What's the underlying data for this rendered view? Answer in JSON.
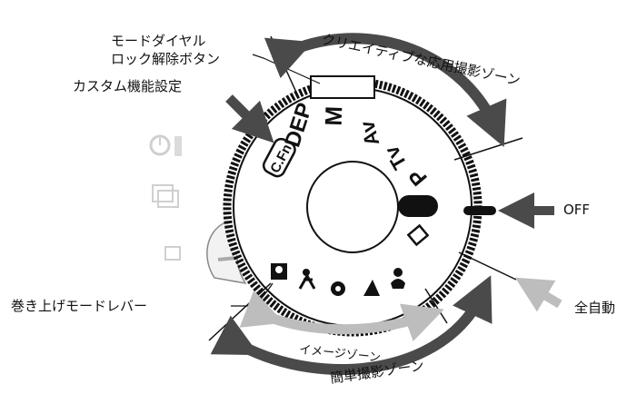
{
  "labels": {
    "creative_zone": "クリエイティブな応用撮影ゾーン",
    "lock_release_line1": "モードダイヤル",
    "lock_release_line2": "ロック解除ボタン",
    "custom_function": "カスタム機能設定",
    "off_label": "OFF",
    "full_auto": "全自動",
    "drive_lever": "巻き上げモードレバー",
    "image_zone": "イメージゾーン",
    "basic_zone": "簡単撮影ゾーン"
  },
  "dial": {
    "modes": [
      "C.Fn",
      "DEP",
      "M",
      "Av",
      "Tv",
      "P"
    ],
    "off_mark": "OFF"
  },
  "colors": {
    "arrow_dark": "#4a4a4a",
    "arrow_light": "#bdbdbd",
    "ink": "#111111"
  }
}
